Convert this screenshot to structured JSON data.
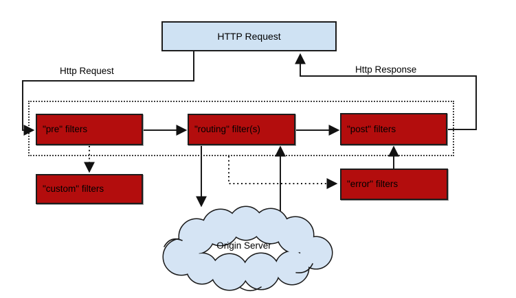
{
  "diagram": {
    "request_box": "HTTP Request",
    "edge_labels": {
      "request": "Http Request",
      "response": "Http Response"
    },
    "nodes": {
      "pre": "\"pre\" filters",
      "routing": "\"routing\" filter(s)",
      "post": "\"post\" filters",
      "custom": "\"custom\" filters",
      "error": "\"error\" filters"
    },
    "cloud_label": "Origin Server",
    "colors": {
      "filter_box_fill": "#b30d0d",
      "request_box_fill": "#cfe2f3",
      "cloud_fill": "#d5e4f4",
      "line": "#1a1a1a",
      "dotted": "#3f3f3f"
    }
  }
}
